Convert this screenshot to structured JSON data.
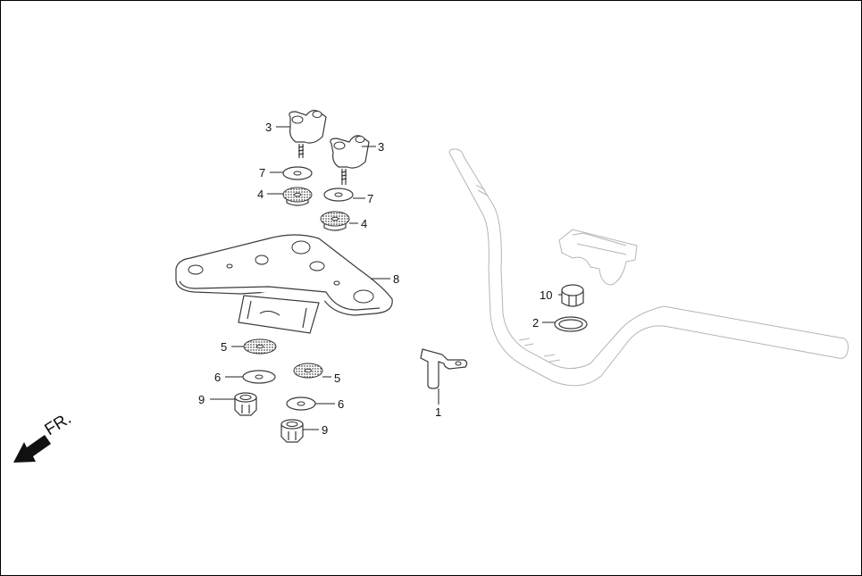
{
  "callouts": {
    "bar_clamp_a": "3",
    "bar_clamp_b": "3",
    "washer_upper_a": "7",
    "washer_upper_b": "7",
    "rubber_upper_a": "4",
    "rubber_upper_b": "4",
    "holder_bracket": "8",
    "rubber_lower_a": "5",
    "rubber_lower_b": "5",
    "washer_lower_a": "6",
    "washer_lower_b": "6",
    "nut_a": "9",
    "nut_b": "9",
    "wire_holder": "1",
    "cap_nut": "10",
    "seal_ring": "2"
  },
  "front_indicator": {
    "label": "FR."
  },
  "colors": {
    "line": "#3a3a3a",
    "light_line": "#b5b5b5",
    "arrow": "#111111"
  }
}
